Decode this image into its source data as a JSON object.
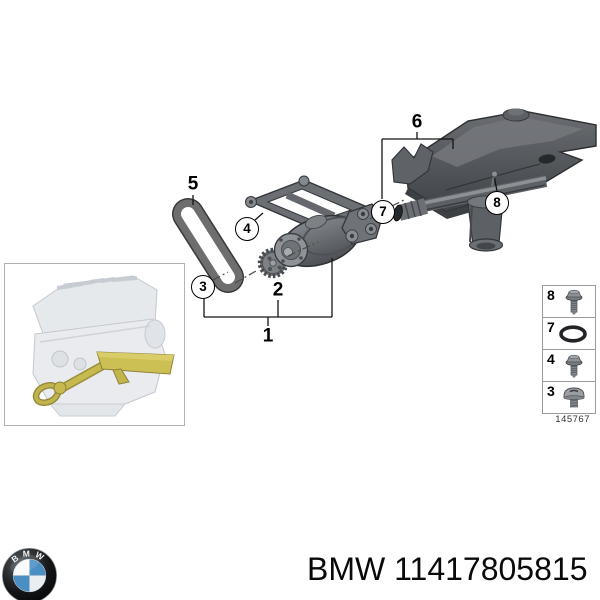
{
  "colors": {
    "highlight_yellow": "#ccbf53",
    "logo_blue": "#4a8fc4",
    "metal_dark": "#4e5154",
    "panel_border": "#9b9b9b"
  },
  "diagram": {
    "callouts": {
      "c1": "1",
      "c2": "2",
      "c3": "3",
      "c4": "4",
      "c5": "5",
      "c6": "6",
      "c7": "7",
      "c8": "8"
    },
    "drawing_number": "145767",
    "parts_panel": {
      "rows": [
        {
          "ref": "8",
          "icon": "flange-bolt"
        },
        {
          "ref": "7",
          "icon": "o-ring"
        },
        {
          "ref": "4",
          "icon": "flange-bolt"
        },
        {
          "ref": "3",
          "icon": "pan-head-screw"
        }
      ]
    }
  },
  "footer": {
    "logo_letters": "BMW",
    "part_label": "BMW 11417805815"
  }
}
